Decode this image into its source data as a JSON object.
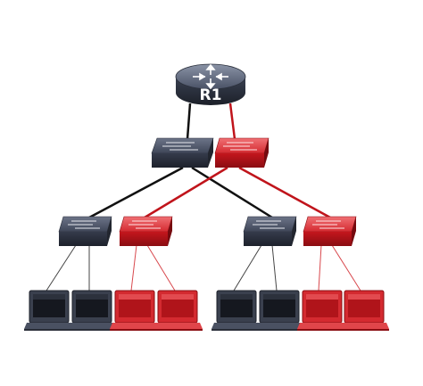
{
  "diagram": {
    "router": {
      "label": "R1",
      "icon": "router-icon"
    },
    "colors": {
      "dark_device": "#2f3545",
      "dark_device_light": "#5b6376",
      "red_device": "#c8161d",
      "red_device_light": "#e85a5e",
      "dark_link": "#111111",
      "red_link": "#c0141b"
    },
    "layers": {
      "core_switches": [
        "dark",
        "red"
      ],
      "access_switches": [
        "dark",
        "red",
        "dark",
        "red"
      ],
      "hosts": [
        "dark",
        "dark",
        "red",
        "red",
        "dark",
        "dark",
        "red",
        "red"
      ]
    }
  }
}
